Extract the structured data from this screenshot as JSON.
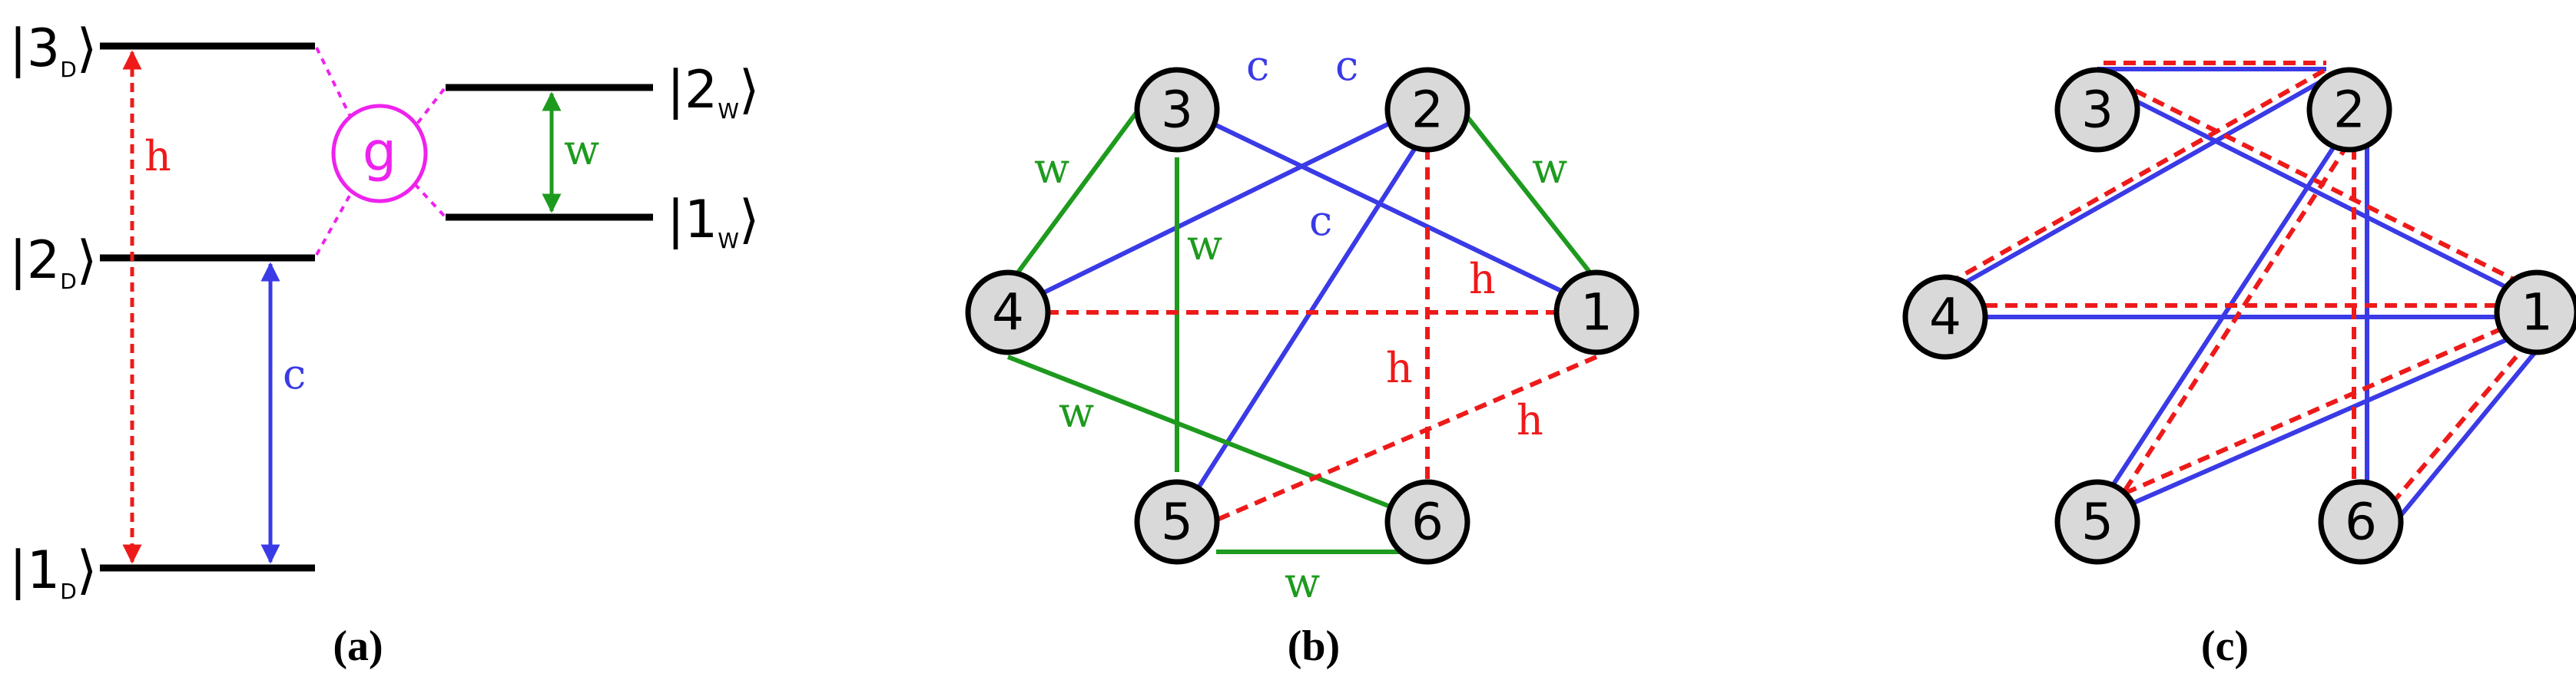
{
  "panel_a": {
    "levels": {
      "d3": {
        "ket": "|3",
        "sub": "D"
      },
      "d2": {
        "ket": "|2",
        "sub": "D"
      },
      "d1": {
        "ket": "|1",
        "sub": "D"
      },
      "w2": {
        "ket": "|2",
        "sub": "W"
      },
      "w1": {
        "ket": "|1",
        "sub": "W"
      }
    },
    "coupling_label": "g",
    "transition_labels": {
      "h": "h",
      "c": "c",
      "w": "w"
    },
    "caption": "(a)"
  },
  "panel_b": {
    "nodes": [
      "1",
      "2",
      "3",
      "4",
      "5",
      "6"
    ],
    "edge_labels": [
      "c",
      "c",
      "c",
      "w",
      "w",
      "w",
      "w",
      "w",
      "h",
      "h",
      "h"
    ],
    "caption": "(b)"
  },
  "panel_c": {
    "nodes": [
      "1",
      "2",
      "3",
      "4",
      "5",
      "6"
    ],
    "caption": "(c)"
  },
  "colors": {
    "h": "#ee1a1a",
    "c": "#3a3ae6",
    "w": "#1e9a1e",
    "g": "#ee22ee",
    "node_fill": "#d9d9d9"
  }
}
